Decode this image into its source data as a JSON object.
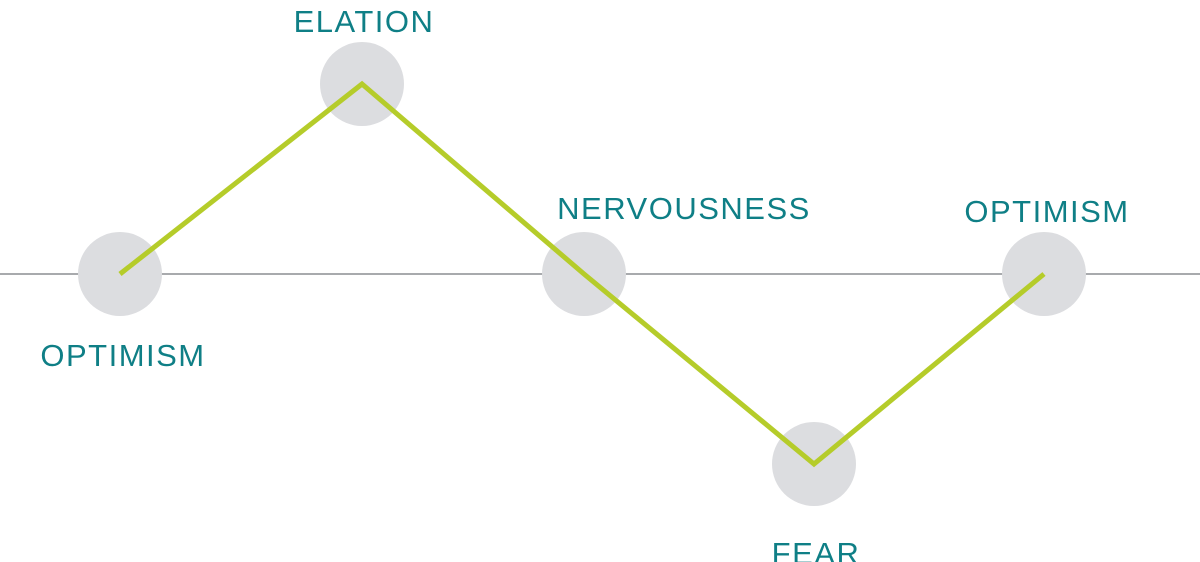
{
  "diagram": {
    "baseline_color": "#a8aaad",
    "line_color": "#b5cc2a",
    "node_color": "#dcdde0",
    "label_color": "#0f7f86",
    "stages": [
      {
        "id": "optimism-start",
        "label": "OPTIMISM",
        "level": 0
      },
      {
        "id": "elation",
        "label": "ELATION",
        "level": 1
      },
      {
        "id": "nervousness",
        "label": "NERVOUSNESS",
        "level": 0
      },
      {
        "id": "fear",
        "label": "FEAR",
        "level": -1
      },
      {
        "id": "optimism-end",
        "label": "OPTIMISM",
        "level": 0
      }
    ]
  }
}
